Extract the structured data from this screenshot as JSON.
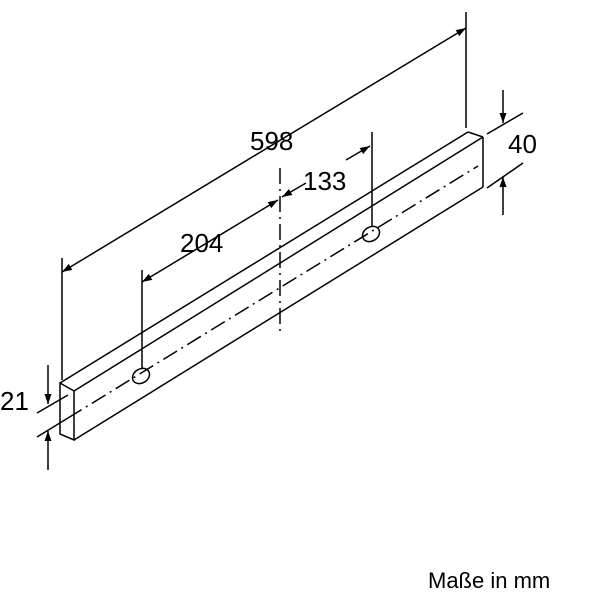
{
  "dimensions": {
    "length": "598",
    "hole_left_offset": "204",
    "hole_right_offset": "133",
    "height": "40",
    "depth": "21"
  },
  "unit_note": "Maße in mm",
  "colors": {
    "line": "#000000",
    "background": "#ffffff"
  }
}
